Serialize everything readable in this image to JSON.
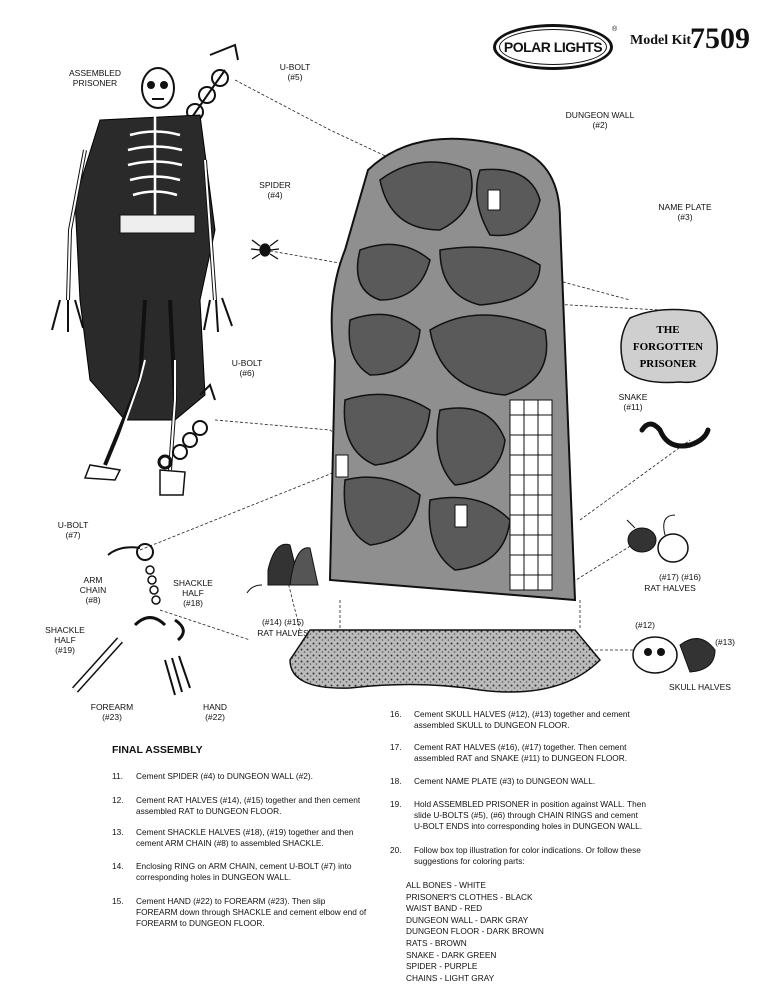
{
  "header": {
    "brand": "POLAR LIGHTS",
    "registered_mark": "®",
    "kit_label": "Model Kit",
    "kit_number": "7509"
  },
  "labels": {
    "assembled_prisoner": "ASSEMBLED\nPRISONER",
    "ubolt5": "U-BOLT\n(#5)",
    "dungeon_wall": "DUNGEON WALL\n(#2)",
    "spider": "SPIDER\n(#4)",
    "name_plate": "NAME PLATE\n(#3)",
    "ubolt6": "U-BOLT\n(#6)",
    "snake": "SNAKE\n(#11)",
    "ubolt7": "U-BOLT\n(#7)",
    "arm_chain": "ARM\nCHAIN\n(#8)",
    "shackle_half18": "SHACKLE\nHALF\n(#18)",
    "shackle_half19": "SHACKLE\nHALF\n(#19)",
    "rat_halves_left_nums": "(#14)  (#15)",
    "rat_halves_left": "RAT HALVES",
    "rat_halves_right_nums": "(#17)         (#16)",
    "rat_halves_right": "RAT HALVES",
    "skull12": "(#12)",
    "skull13": "(#13)",
    "skull_halves": "SKULL HALVES",
    "forearm": "FOREARM\n(#23)",
    "hand": "HAND\n(#22)"
  },
  "name_plate_text": [
    "THE",
    "FORGOTTEN",
    "PRISONER"
  ],
  "assembly": {
    "title": "FINAL ASSEMBLY",
    "steps": [
      {
        "num": "11.",
        "text": "Cement SPIDER (#4) to DUNGEON WALL (#2)."
      },
      {
        "num": "12.",
        "text": "Cement RAT HALVES (#14), (#15) together and then cement assembled RAT to DUNGEON FLOOR."
      },
      {
        "num": "13.",
        "text": "Cement SHACKLE HALVES (#18), (#19) together and then cement ARM CHAIN (#8) to assembled SHACKLE."
      },
      {
        "num": "14.",
        "text": "Enclosing RING on ARM CHAIN, cement U-BOLT (#7) into corresponding holes in DUNGEON WALL."
      },
      {
        "num": "15.",
        "text": "Cement HAND (#22) to FOREARM (#23). Then slip FOREARM down through SHACKLE and cement elbow end of FOREARM to DUNGEON FLOOR."
      },
      {
        "num": "16.",
        "text": "Cement SKULL HALVES (#12), (#13) together and cement assembled SKULL to DUNGEON FLOOR."
      },
      {
        "num": "17.",
        "text": "Cement RAT HALVES (#16), (#17) together. Then cement assembled RAT and SNAKE (#11) to DUNGEON FLOOR."
      },
      {
        "num": "18.",
        "text": "Cement NAME PLATE (#3) to DUNGEON WALL."
      },
      {
        "num": "19.",
        "text": "Hold ASSEMBLED PRISONER in position against WALL. Then slide U-BOLTS (#5), (#6) through CHAIN RINGS and cement U-BOLT ENDS into corresponding holes in DUNGEON WALL."
      },
      {
        "num": "20.",
        "text": "Follow box top illustration for color indications. Or follow these suggestions for coloring parts:"
      }
    ]
  },
  "color_suggestions": [
    "ALL BONES - WHITE",
    "PRISONER'S CLOTHES - BLACK",
    "WAIST BAND - RED",
    "DUNGEON WALL - DARK GRAY",
    "DUNGEON FLOOR - DARK BROWN",
    "RATS - BROWN",
    "SNAKE - DARK GREEN",
    "SPIDER - PURPLE",
    "CHAINS - LIGHT GRAY"
  ]
}
